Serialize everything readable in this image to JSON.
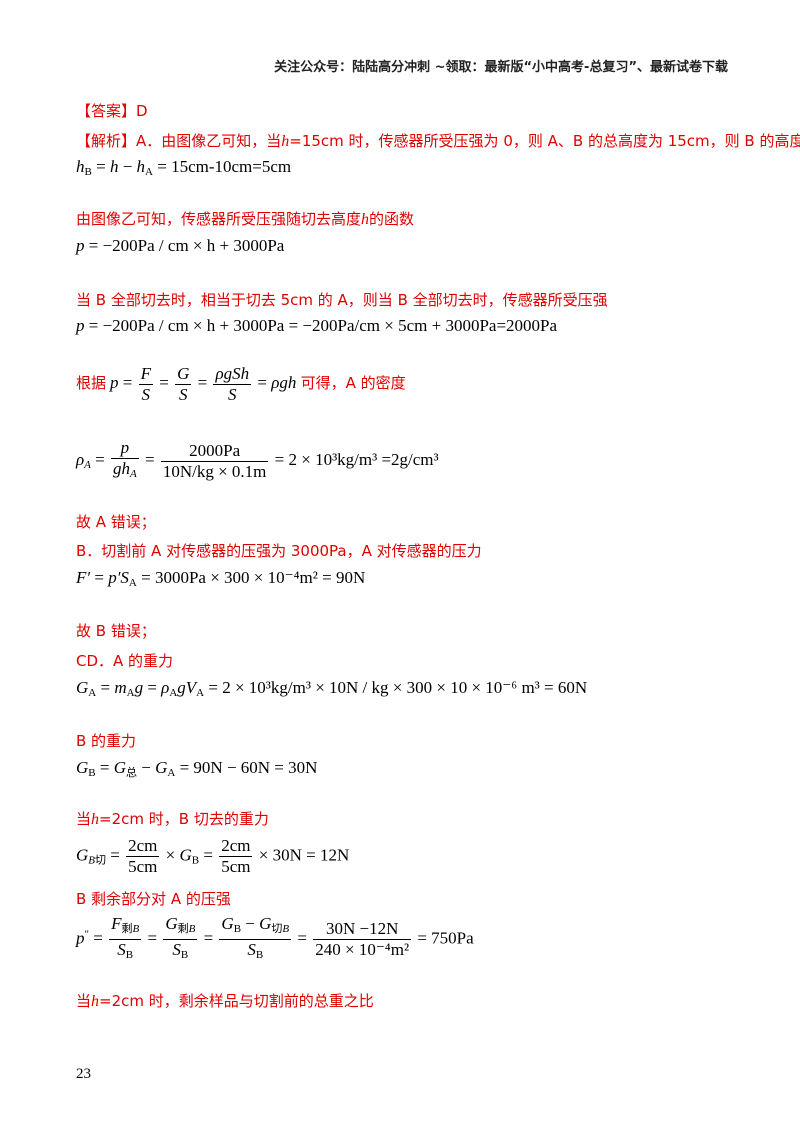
{
  "header": "关注公众号：陆陆高分冲刺  ~领取：最新版“小中高考-总复习”、最新试卷下载",
  "answer_label": "【答案】D",
  "analysis_label": "【解析】A．由图像乙可知，当",
  "analysis_h": "h",
  "analysis_rest": "=15cm 时，传感器所受压强为 0，则 A、B 的总高度为 15cm，则 B 的高度",
  "eq1": "= 15cm-10cm=5cm",
  "text_func": "由图像乙可知，传感器所受压强随切去高度",
  "text_func_h": "h",
  "text_func_tail": "的函数",
  "eq2": "= −200Pa / cm × h + 3000Pa",
  "text_b_all": "当 B 全部切去时，相当于切去 5cm 的 A，则当 B 全部切去时，传感器所受压强",
  "eq3": "= −200Pa / cm × h + 3000Pa = −200Pa/cm × 5cm + 3000Pa=2000Pa",
  "text_genju": "根据",
  "text_kede": "可得，A 的密度",
  "eq5_num": "2000Pa",
  "eq5_den": "10N/kg × 0.1m",
  "eq5_tail": "= 2 × 10³kg/m³ =2g/cm³",
  "text_a_wrong": "故 A 错误；",
  "text_b_pressure": "B．切割前 A 对传感器的压强为 3000Pa，A 对传感器的压力",
  "eq6": "= 3000Pa × 300 × 10⁻⁴m² = 90N",
  "text_b_wrong": "故 B 错误；",
  "text_cd": "CD．A 的重力",
  "eq7": "= 2 × 10³kg/m³ × 10N / kg × 300 × 10 × 10⁻⁶ m³ = 60N",
  "text_b_weight": "B 的重力",
  "eq8": "= 90N − 60N = 30N",
  "text_h2": "当",
  "text_h2_h": "h",
  "text_h2_tail": "=2cm 时，B 切去的重力",
  "eq9_tail": "= 12N",
  "text_b_rest": "B 剩余部分对 A 的压强",
  "eq10_num": "30N −12N",
  "eq10_den": "240 × 10⁻⁴m²",
  "eq10_tail": "= 750Pa",
  "text_ratio_tail": "=2cm 时，剩余样品与切割前的总重之比",
  "page_number": "23"
}
